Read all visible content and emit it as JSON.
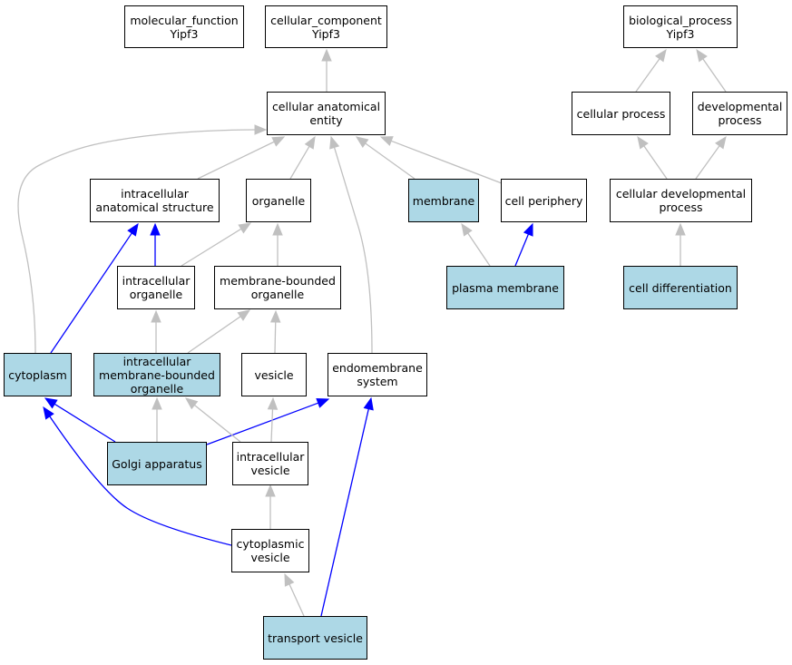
{
  "colors": {
    "highlight": "#add8e6",
    "edge_is_a": "#c0c0c0",
    "edge_part_of": "#0000ff"
  },
  "nodes": {
    "mf_root": {
      "label": "molecular_function\nYipf3",
      "highlighted": false
    },
    "cc_root": {
      "label": "cellular_component\nYipf3",
      "highlighted": false
    },
    "bp_root": {
      "label": "biological_process\nYipf3",
      "highlighted": false
    },
    "cae": {
      "label": "cellular anatomical\nentity",
      "highlighted": false
    },
    "cellular_process": {
      "label": "cellular process",
      "highlighted": false
    },
    "developmental_process": {
      "label": "developmental\nprocess",
      "highlighted": false
    },
    "intracellular_anatomical_structure": {
      "label": "intracellular\nanatomical structure",
      "highlighted": false
    },
    "organelle": {
      "label": "organelle",
      "highlighted": false
    },
    "membrane": {
      "label": "membrane",
      "highlighted": true
    },
    "cell_periphery": {
      "label": "cell periphery",
      "highlighted": false
    },
    "cellular_developmental_process": {
      "label": "cellular developmental\nprocess",
      "highlighted": false
    },
    "intracellular_organelle": {
      "label": "intracellular\norganelle",
      "highlighted": false
    },
    "membrane_bounded_organelle": {
      "label": "membrane-bounded\norganelle",
      "highlighted": false
    },
    "plasma_membrane": {
      "label": "plasma membrane",
      "highlighted": true
    },
    "cell_differentiation": {
      "label": "cell differentiation",
      "highlighted": true
    },
    "cytoplasm": {
      "label": "cytoplasm",
      "highlighted": true
    },
    "intracellular_mbo": {
      "label": "intracellular\nmembrane-bounded\norganelle",
      "highlighted": true
    },
    "vesicle": {
      "label": "vesicle",
      "highlighted": false
    },
    "endomembrane_system": {
      "label": "endomembrane\nsystem",
      "highlighted": false
    },
    "golgi_apparatus": {
      "label": "Golgi apparatus",
      "highlighted": true
    },
    "intracellular_vesicle": {
      "label": "intracellular\nvesicle",
      "highlighted": false
    },
    "cytoplasmic_vesicle": {
      "label": "cytoplasmic\nvesicle",
      "highlighted": false
    },
    "transport_vesicle": {
      "label": "transport vesicle",
      "highlighted": true
    }
  },
  "edges": [
    {
      "from": "cae",
      "to": "cc_root",
      "type": "is_a"
    },
    {
      "from": "cellular_process",
      "to": "bp_root",
      "type": "is_a"
    },
    {
      "from": "developmental_process",
      "to": "bp_root",
      "type": "is_a"
    },
    {
      "from": "intracellular_anatomical_structure",
      "to": "cae",
      "type": "is_a"
    },
    {
      "from": "organelle",
      "to": "cae",
      "type": "is_a"
    },
    {
      "from": "membrane",
      "to": "cae",
      "type": "is_a"
    },
    {
      "from": "cell_periphery",
      "to": "cae",
      "type": "is_a"
    },
    {
      "from": "cytoplasm",
      "to": "cae",
      "type": "is_a"
    },
    {
      "from": "endomembrane_system",
      "to": "cae",
      "type": "is_a"
    },
    {
      "from": "cellular_developmental_process",
      "to": "cellular_process",
      "type": "is_a"
    },
    {
      "from": "cellular_developmental_process",
      "to": "developmental_process",
      "type": "is_a"
    },
    {
      "from": "cell_differentiation",
      "to": "cellular_developmental_process",
      "type": "is_a"
    },
    {
      "from": "plasma_membrane",
      "to": "membrane",
      "type": "is_a"
    },
    {
      "from": "plasma_membrane",
      "to": "cell_periphery",
      "type": "part_of"
    },
    {
      "from": "intracellular_organelle",
      "to": "intracellular_anatomical_structure",
      "type": "part_of"
    },
    {
      "from": "intracellular_organelle",
      "to": "organelle",
      "type": "is_a"
    },
    {
      "from": "membrane_bounded_organelle",
      "to": "organelle",
      "type": "is_a"
    },
    {
      "from": "cytoplasm",
      "to": "intracellular_anatomical_structure",
      "type": "part_of"
    },
    {
      "from": "intracellular_mbo",
      "to": "intracellular_organelle",
      "type": "is_a"
    },
    {
      "from": "intracellular_mbo",
      "to": "membrane_bounded_organelle",
      "type": "is_a"
    },
    {
      "from": "vesicle",
      "to": "membrane_bounded_organelle",
      "type": "is_a"
    },
    {
      "from": "golgi_apparatus",
      "to": "cytoplasm",
      "type": "part_of"
    },
    {
      "from": "golgi_apparatus",
      "to": "intracellular_mbo",
      "type": "is_a"
    },
    {
      "from": "golgi_apparatus",
      "to": "endomembrane_system",
      "type": "part_of"
    },
    {
      "from": "intracellular_vesicle",
      "to": "intracellular_mbo",
      "type": "is_a"
    },
    {
      "from": "intracellular_vesicle",
      "to": "vesicle",
      "type": "is_a"
    },
    {
      "from": "cytoplasmic_vesicle",
      "to": "intracellular_vesicle",
      "type": "is_a"
    },
    {
      "from": "cytoplasmic_vesicle",
      "to": "cytoplasm",
      "type": "part_of"
    },
    {
      "from": "transport_vesicle",
      "to": "cytoplasmic_vesicle",
      "type": "is_a"
    },
    {
      "from": "transport_vesicle",
      "to": "endomembrane_system",
      "type": "part_of"
    }
  ]
}
